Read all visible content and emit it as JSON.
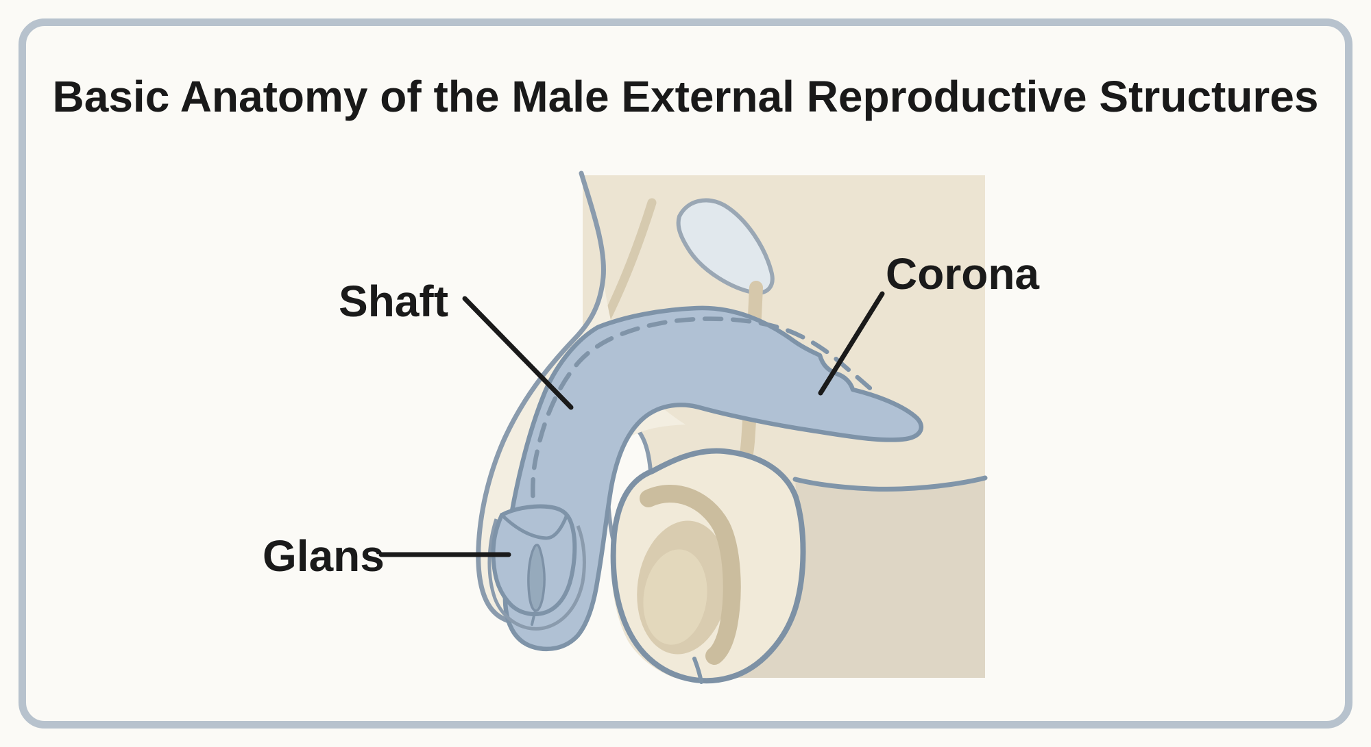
{
  "title": "Basic Anatomy of the Male External Reproductive Structures",
  "labels": {
    "shaft": "Shaft",
    "corona": "Corona",
    "glans": "Glans"
  },
  "colors": {
    "page_background": "#fbfaf6",
    "frame_border": "#b7c2cd",
    "text": "#1a1a1a",
    "leader_line": "#1a1a1a",
    "torso_panel_beige": "#ece4d2",
    "thigh_region_beige": "#ded6c5",
    "skin_cream": "#f3eee1",
    "scrotum_interior": "#f1ead9",
    "shaft_fill_blue": "#b0c1d4",
    "outline_blue_gray": "#7e93a8",
    "body_outline": "#8a9bad",
    "bladder_fill": "#e1e8ed",
    "bladder_outline": "#9aa7b4",
    "duct_tan": "#d6c8ab",
    "testicle_tan": "#d9ccb0",
    "epididymis_tan": "#cbbd9e",
    "meatus_fill": "#96aabc"
  }
}
